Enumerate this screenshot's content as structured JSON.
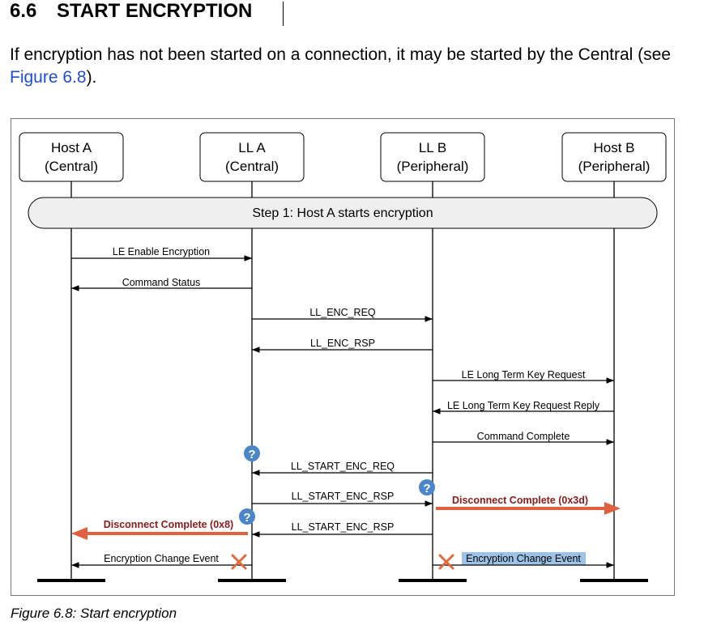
{
  "section": {
    "number": "6.6",
    "title": "START ENCRYPTION"
  },
  "paragraph": {
    "text_before": "If encryption has not been started on a connection, it may be started by the Central (see ",
    "link": "Figure 6.8",
    "text_after": ")."
  },
  "figure": {
    "caption": "Figure 6.8:  Start encryption",
    "participants": [
      {
        "line1": "Host A",
        "line2": "(Central)"
      },
      {
        "line1": "LL A",
        "line2": "(Central)"
      },
      {
        "line1": "LL B",
        "line2": "(Peripheral)"
      },
      {
        "line1": "Host B",
        "line2": "(Peripheral)"
      }
    ],
    "step_banner": "Step 1:  Host A starts encryption",
    "messages": [
      {
        "label": "LE Enable Encryption",
        "from": 0,
        "to": 1
      },
      {
        "label": "Command Status",
        "from": 1,
        "to": 0
      },
      {
        "label": "LL_ENC_REQ",
        "from": 1,
        "to": 2
      },
      {
        "label": "LL_ENC_RSP",
        "from": 2,
        "to": 1
      },
      {
        "label": "LE Long Term Key Request",
        "from": 2,
        "to": 3
      },
      {
        "label": "LE Long Term Key Request Reply",
        "from": 3,
        "to": 2
      },
      {
        "label": "Command Complete",
        "from": 2,
        "to": 3
      },
      {
        "label": "LL_START_ENC_REQ",
        "from": 2,
        "to": 1
      },
      {
        "label": "LL_START_ENC_RSP",
        "from": 1,
        "to": 2
      },
      {
        "label": "LL_START_ENC_RSP",
        "from": 2,
        "to": 1
      },
      {
        "label": "Encryption Change Event",
        "from": 1,
        "to": 0
      },
      {
        "label": "Encryption Change Event",
        "from": 2,
        "to": 3
      }
    ],
    "disconnects": [
      {
        "label": "Disconnect Complete (0x3d)",
        "direction": "right"
      },
      {
        "label": "Disconnect Complete (0x8)",
        "direction": "left"
      }
    ],
    "question_mark": "?",
    "colors": {
      "disconnect_arrow": "#e0603f",
      "disconnect_text": "#8b1a1a",
      "question_badge": "#4a86c8",
      "cross": "#e06a3a",
      "highlight": "#9cc3e6"
    }
  }
}
